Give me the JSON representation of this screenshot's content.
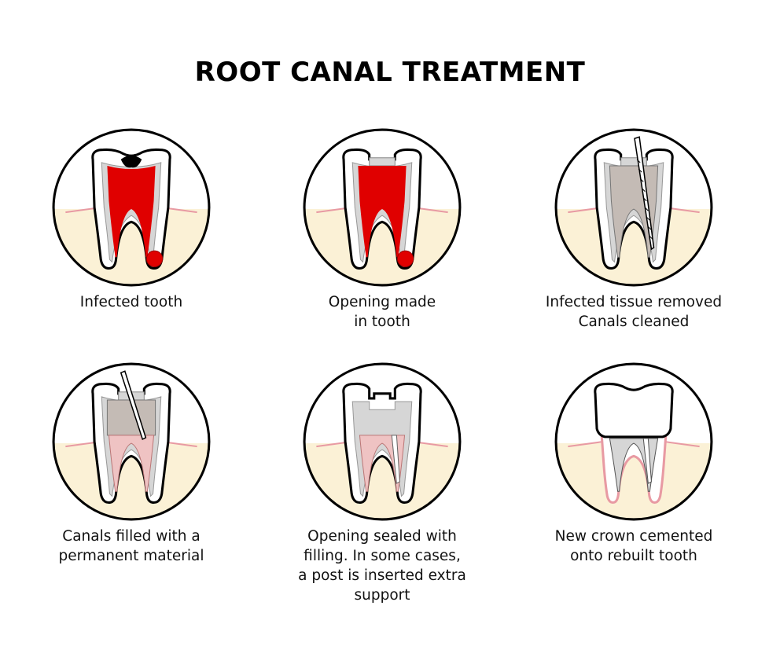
{
  "title": "ROOT CANAL TREATMENT",
  "steps": [
    {
      "id": "infected",
      "caption": [
        "Infected tooth"
      ]
    },
    {
      "id": "opening",
      "caption": [
        "Opening made",
        "in tooth"
      ]
    },
    {
      "id": "cleaned",
      "caption": [
        "Infected tissue removed",
        "Canals cleaned"
      ]
    },
    {
      "id": "filled",
      "caption": [
        "Canals filled with a",
        "permanent material"
      ]
    },
    {
      "id": "sealed",
      "caption": [
        "Opening sealed with",
        "filling. In some cases,",
        "a post is inserted extra",
        "support"
      ]
    },
    {
      "id": "crown",
      "caption": [
        "New crown cemented",
        "onto rebuilt tooth"
      ]
    }
  ],
  "colors": {
    "infection": "#e00000",
    "cleaned_pulp": "#c4bbb5",
    "gum": "#fbf1d6",
    "gum_line": "#e89aa3",
    "filling_material": "#efc3c3",
    "dentin": "#d6d6d6"
  }
}
